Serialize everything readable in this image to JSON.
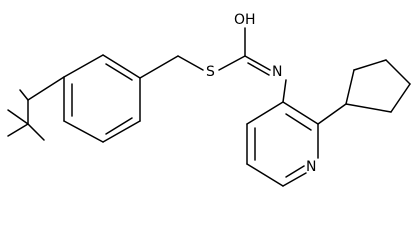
{
  "molecule": {
    "atoms": {
      "hydroxyl": "OH",
      "sulfur": "S",
      "imine_nitrogen": "N",
      "pyridine_nitrogen": "N"
    }
  }
}
